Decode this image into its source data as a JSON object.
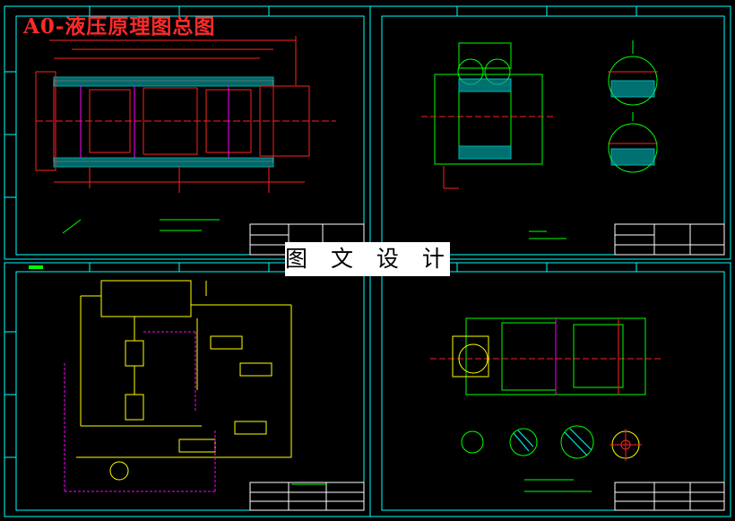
{
  "title": "A0-液压原理图总图",
  "watermark": "图 文 设 计",
  "colors": {
    "background": "#000000",
    "frame": "#00ffff",
    "title": "#ff2a2a",
    "red": "#ff2020",
    "green": "#00ff00",
    "yellow": "#ffff00",
    "magenta": "#ff00ff",
    "cyan": "#00ffff",
    "white": "#ffffff"
  },
  "sheets": [
    {
      "name": "sheet-top-left"
    },
    {
      "name": "sheet-top-right"
    },
    {
      "name": "sheet-bottom-left"
    },
    {
      "name": "sheet-bottom-right"
    }
  ]
}
